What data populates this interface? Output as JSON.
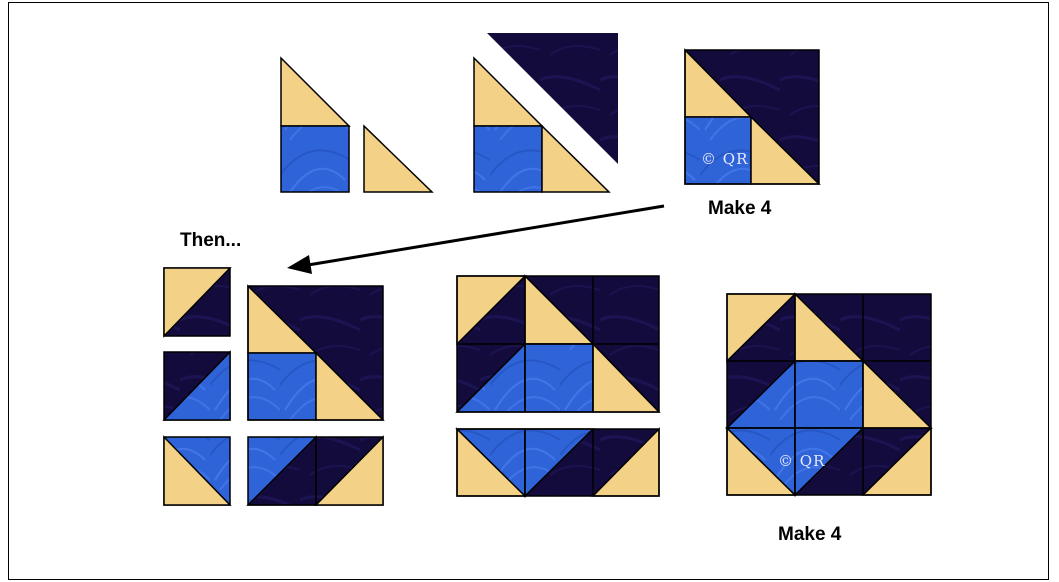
{
  "labels": {
    "make_4_top": "Make 4",
    "then": "Then...",
    "make_4_bottom": "Make 4"
  },
  "watermark": "© QR",
  "colors": {
    "cream": "#f3d186",
    "blue": "#2f63d8",
    "navy": "#130b3c",
    "navy_light": "#1d1552",
    "outline": "#000000",
    "frame": "#000000"
  }
}
